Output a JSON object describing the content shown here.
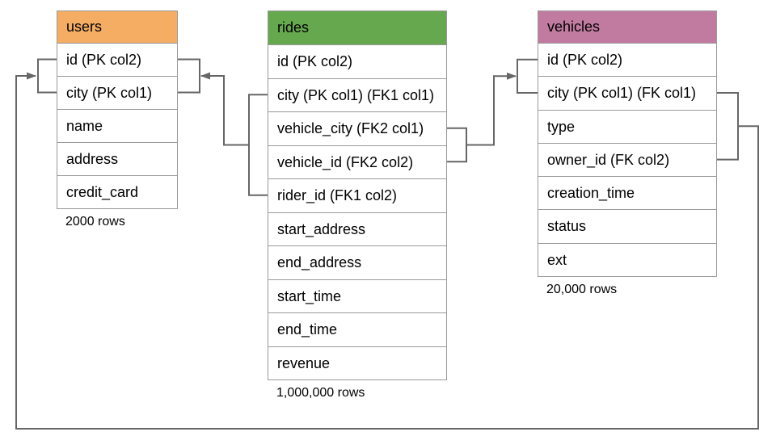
{
  "diagram": {
    "colors": {
      "line": "#666666",
      "cell_border": "#9a9a9a",
      "text": "#000000",
      "canvas_bg": "#ffffff",
      "users_header": "#f5ad63",
      "rides_header": "#66a84e",
      "vehicles_header": "#c27ba0"
    },
    "tables": [
      {
        "name": "users",
        "header_color": "#f5ad63",
        "columns": [
          "id (PK col2)",
          "city (PK col1)",
          "name",
          "address",
          "credit_card"
        ],
        "row_count": "2000 rows"
      },
      {
        "name": "rides",
        "header_color": "#66a84e",
        "columns": [
          "id (PK col2)",
          "city (PK col1) (FK1 col1)",
          "vehicle_city (FK2 col1)",
          "vehicle_id (FK2 col2)",
          "rider_id (FK1 col2)",
          "start_address",
          "end_address",
          "start_time",
          "end_time",
          "revenue"
        ],
        "row_count": "1,000,000 rows"
      },
      {
        "name": "vehicles",
        "header_color": "#c27ba0",
        "columns": [
          "id (PK col2)",
          "city (PK col1) (FK col1)",
          "type",
          "owner_id (FK col2)",
          "creation_time",
          "status",
          "ext"
        ],
        "row_count": "20,000 rows"
      }
    ],
    "relationships": [
      {
        "from_table": "rides",
        "from_columns": "city, rider_id (FK1)",
        "to_table": "users",
        "to_columns": "id, city"
      },
      {
        "from_table": "rides",
        "from_columns": "vehicle_city, vehicle_id (FK2)",
        "to_table": "vehicles",
        "to_columns": "id, city"
      },
      {
        "from_table": "vehicles",
        "from_columns": "city, owner_id (FK)",
        "to_table": "users",
        "to_columns": "id, city"
      }
    ]
  }
}
